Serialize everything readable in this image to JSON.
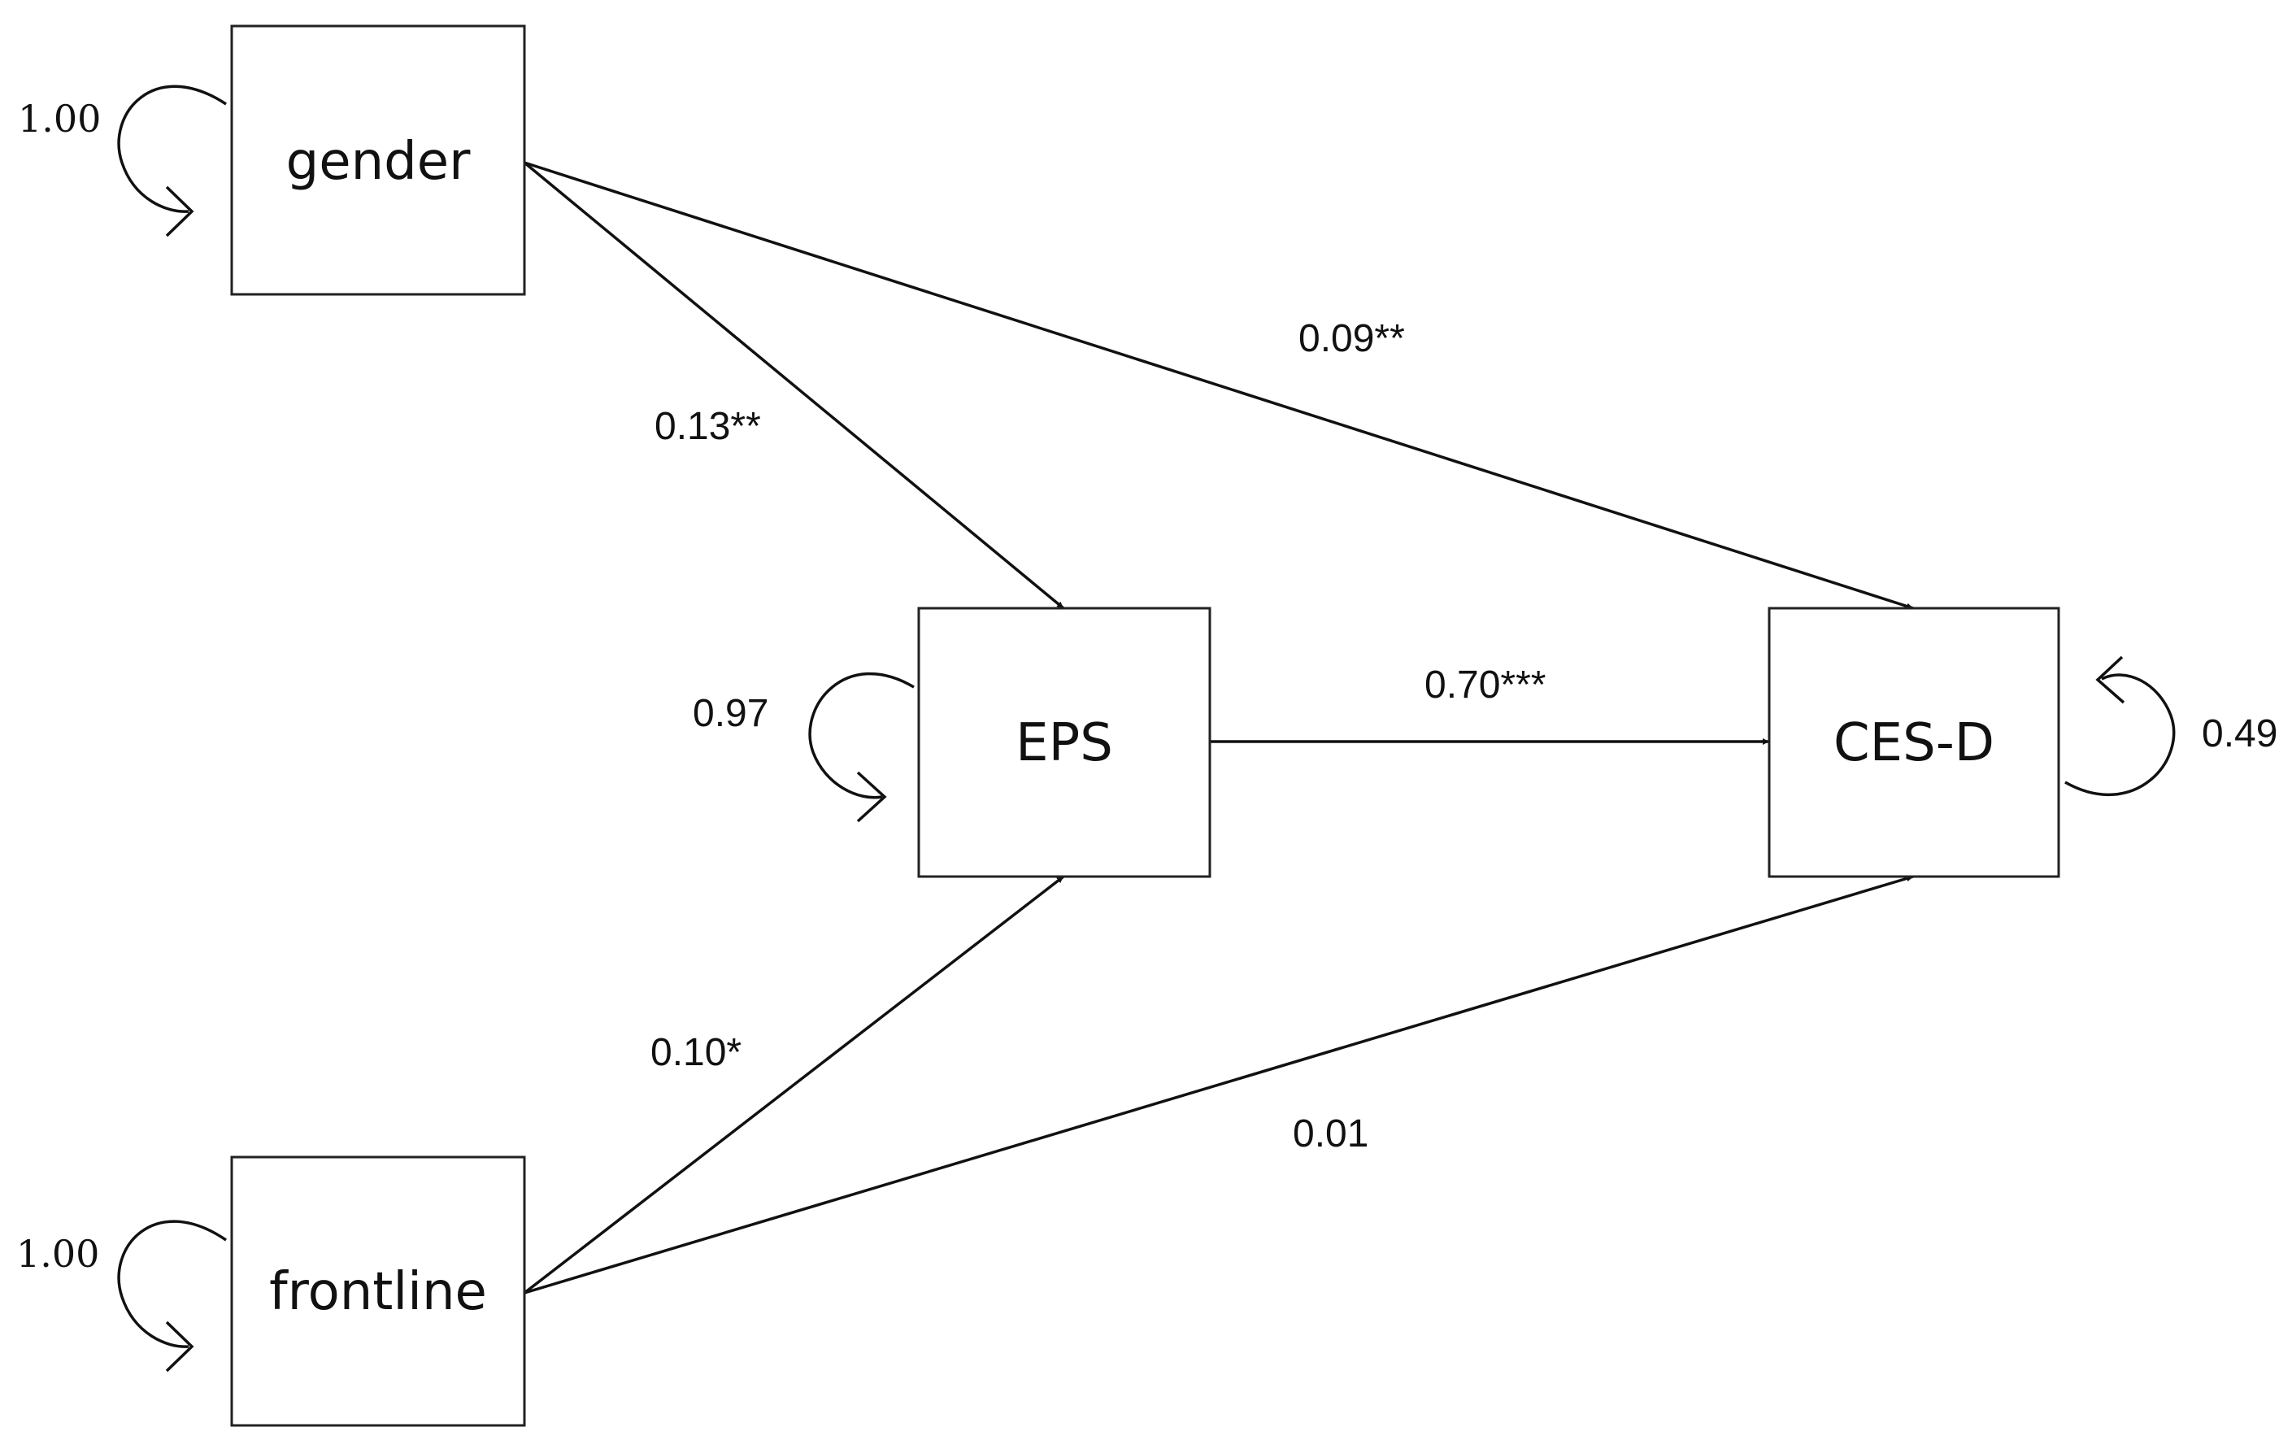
{
  "nodes": {
    "gender": "gender",
    "eps": "EPS",
    "cesd": "CES-D",
    "frontline": "frontline"
  },
  "paths": {
    "gender_to_eps": "0.13**",
    "gender_to_cesd": "0.09**",
    "eps_to_cesd": "0.70***",
    "frontline_to_eps": "0.10*",
    "frontline_to_cesd": "0.01"
  },
  "variances": {
    "gender": "1.00",
    "eps": "0.97",
    "cesd": "0.49",
    "frontline": "1.00"
  },
  "colors": {
    "stroke": "#111111",
    "background": "#ffffff"
  }
}
